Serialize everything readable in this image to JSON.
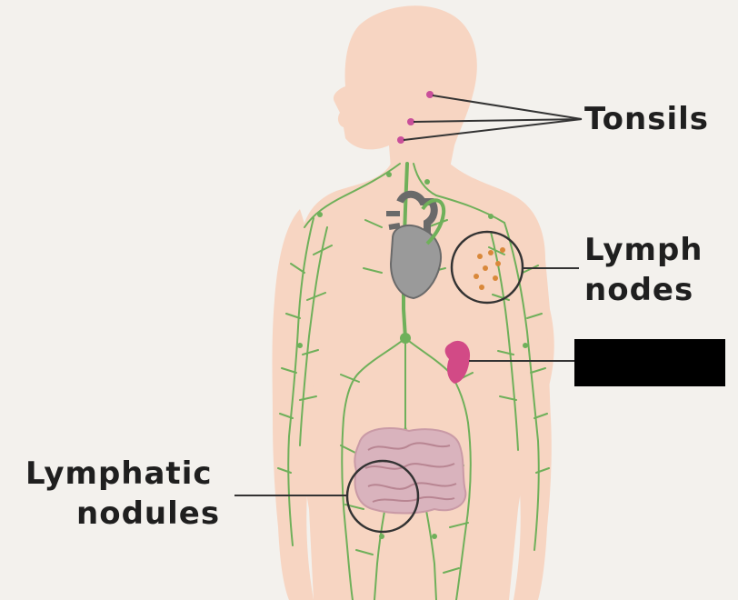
{
  "labels": {
    "tonsils": "Tonsils",
    "lymph_nodes_line1": "Lymph",
    "lymph_nodes_line2": "nodes",
    "lymphatic_nodules_line1": "Lymphatic",
    "lymphatic_nodules_line2": "nodules"
  },
  "redacted_label": "",
  "colors": {
    "background": "#f3f1ed",
    "body_skin": "#f7d5c2",
    "lymph_vessels": "#6fb05a",
    "tonsil_dots": "#c94f9a",
    "lymph_node_dots": "#d9883a",
    "spleen": "#d24a86",
    "intestine": "#d9b3bd",
    "heart": "#8c8c8c",
    "leader_lines": "#333333",
    "redaction_box": "#000000"
  },
  "icons": [
    "body-silhouette",
    "heart-icon",
    "spleen-icon",
    "intestine-icon",
    "lymph-node-circle",
    "intestine-circle"
  ]
}
